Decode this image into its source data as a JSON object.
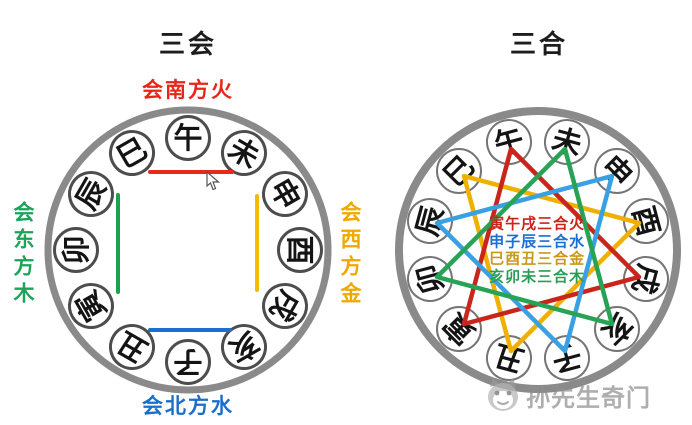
{
  "left_diagram": {
    "title": "三会",
    "label_south": "会南方火",
    "label_east": "会东方木",
    "label_west": "会西方金",
    "label_north": "会北方水",
    "branches": [
      "午",
      "未",
      "申",
      "酉",
      "戌",
      "亥",
      "子",
      "丑",
      "寅",
      "卯",
      "辰",
      "巳"
    ]
  },
  "right_diagram": {
    "title": "三合",
    "branches": [
      "午",
      "未",
      "申",
      "酉",
      "戌",
      "亥",
      "子",
      "丑",
      "寅",
      "卯",
      "辰",
      "巳"
    ],
    "legend": [
      {
        "id": "fire",
        "text": "寅午戌三合火",
        "color": "#c9251a"
      },
      {
        "id": "water",
        "text": "申子辰三合水",
        "color": "#1a6fd0"
      },
      {
        "id": "metal",
        "text": "巳酉丑三合金",
        "color": "#c9991d"
      },
      {
        "id": "wood",
        "text": "亥卯未三合木",
        "color": "#2a9e58"
      }
    ]
  },
  "watermark": {
    "text": "孙先生奇门",
    "icon": "mascot-face-logo"
  },
  "colors": {
    "fire_red": "#e8291a",
    "wood_green": "#1aa34c",
    "metal_yellow": "#f3bb00",
    "water_blue": "#1a6fd0",
    "tri_fire": "#c9251a",
    "tri_water": "#38a0e3",
    "tri_metal": "#f0b000",
    "tri_wood": "#27a355",
    "ring_gray": "#8a8a8a"
  }
}
